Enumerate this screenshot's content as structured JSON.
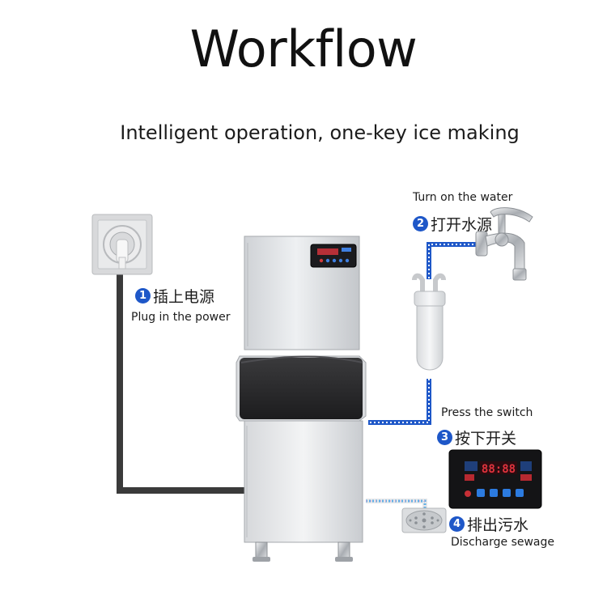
{
  "header": {
    "title": "Workflow",
    "subtitle": "Intelligent operation, one-key ice making"
  },
  "steps": [
    {
      "number": "1",
      "cn": "插上电源",
      "en": "Plug in the power"
    },
    {
      "number": "2",
      "cn": "打开水源",
      "en": "Turn on the water"
    },
    {
      "number": "3",
      "cn": "按下开关",
      "en": "Press the switch"
    },
    {
      "number": "4",
      "cn": "排出污水",
      "en": "Discharge sewage"
    }
  ],
  "control_panel": {
    "display": "88:88"
  },
  "colors": {
    "number_badge": "#1e57c8",
    "water_line": "#1e57c8",
    "power_cable": "#3a3a3a"
  }
}
